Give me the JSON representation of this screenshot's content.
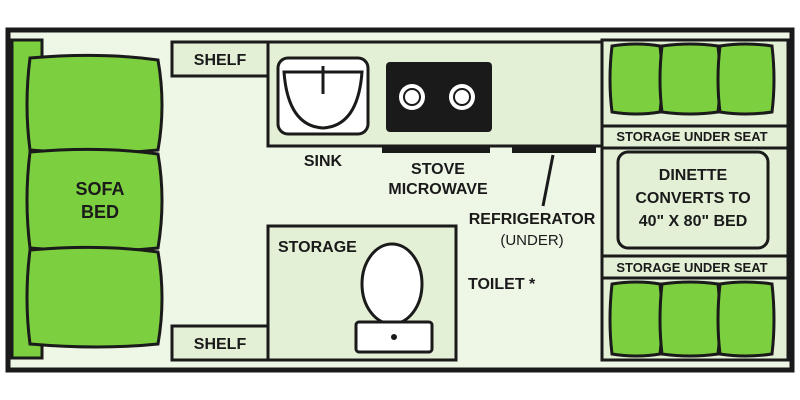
{
  "colors": {
    "floor": "#eef6e6",
    "green": "#7ccf3f",
    "green_dark": "#5aa82a",
    "outline": "#1a1a1a",
    "panel": "#e3f0d6"
  },
  "labels": {
    "shelf_top": "SHELF",
    "shelf_bottom": "SHELF",
    "sofa_line1": "SOFA",
    "sofa_line2": "BED",
    "sink": "SINK",
    "stove": "STOVE",
    "microwave": "MICROWAVE",
    "refrigerator": "REFRIGERATOR",
    "refrigerator_note": "(UNDER)",
    "storage": "STORAGE",
    "toilet": "TOILET *",
    "storage_under_seat_top": "STORAGE UNDER SEAT",
    "storage_under_seat_bottom": "STORAGE UNDER SEAT",
    "dinette_line1": "DINETTE",
    "dinette_line2": "CONVERTS TO",
    "dinette_line3": "40\" X 80\" BED"
  }
}
